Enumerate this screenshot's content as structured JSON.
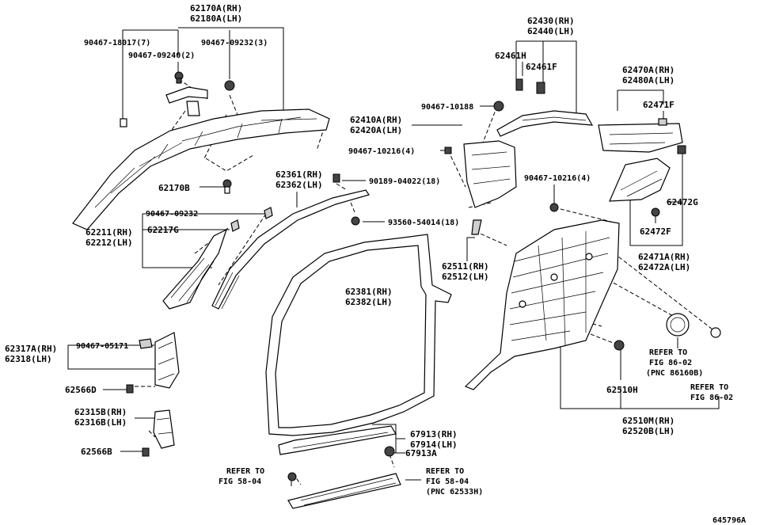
{
  "labels": {
    "l62170a": "62170A(RH)",
    "l62180a": "62180A(LH)",
    "l90467_18017": "90467-18017(7)",
    "l90467_09232_3": "90467-09232(3)",
    "l90467_09240": "90467-09240(2)",
    "l62170b": "62170B",
    "l90467_09232": "90467-09232",
    "l62217g": "62217G",
    "l62211": "62211(RH)",
    "l62212": "62212(LH)",
    "l62361": "62361(RH)",
    "l62362": "62362(LH)",
    "l90189": "90189-04022(18)",
    "l93560": "93560-54014(18)",
    "l62381": "62381(RH)",
    "l62382": "62382(LH)",
    "l62430": "62430(RH)",
    "l62440": "62440(LH)",
    "l62461h": "62461H",
    "l62461f": "62461F",
    "l90467_10188": "90467-10188",
    "l62410a": "62410A(RH)",
    "l62420a": "62420A(LH)",
    "l90467_10216_a": "90467-10216(4)",
    "l90467_10216_b": "90467-10216(4)",
    "l62470a": "62470A(RH)",
    "l62480a": "62480A(LH)",
    "l62471f": "62471F",
    "l62472g": "62472G",
    "l62472f": "62472F",
    "l62471a": "62471A(RH)",
    "l62472a": "62472A(LH)",
    "l62511": "62511(RH)",
    "l62512": "62512(LH)",
    "l62317a": "62317A(RH)",
    "l62318": "62318(LH)",
    "l90467_05171": "90467-05171",
    "l62566d": "62566D",
    "l62315b": "62315B(RH)",
    "l62316b": "62316B(LH)",
    "l62566b": "62566B",
    "l67913": "67913(RH)",
    "l67914": "67914(LH)",
    "l67913a": "67913A",
    "ref58a_1": "REFER TO",
    "ref58a_2": "FIG 58-04",
    "ref58b_1": "REFER TO",
    "ref58b_2": "FIG 58-04",
    "ref58b_3": "(PNC 62533H)",
    "ref86a_1": "REFER TO",
    "ref86a_2": "FIG 86-02",
    "ref86a_3": "(PNC 86160B)",
    "ref86b_1": "REFER TO",
    "ref86b_2": "FIG 86-02",
    "l62510h": "62510H",
    "l62510m": "62510M(RH)",
    "l62520b": "62520B(LH)",
    "drawing_no": "645796A"
  }
}
